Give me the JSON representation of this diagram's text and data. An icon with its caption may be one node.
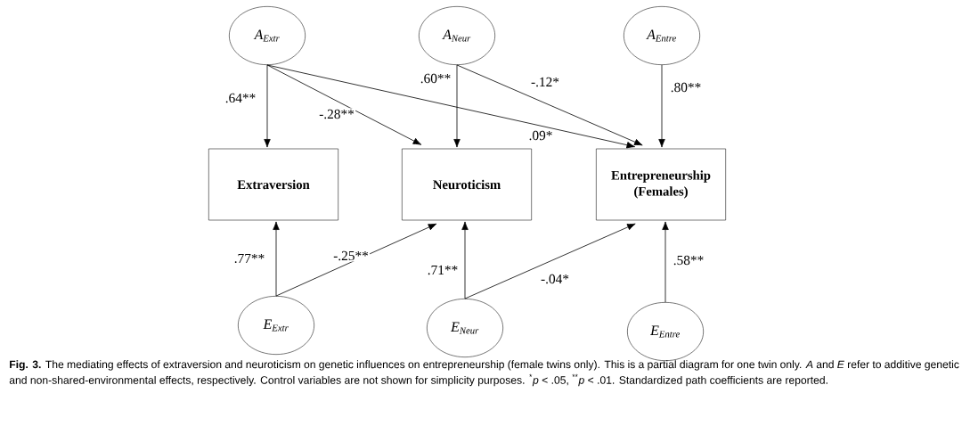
{
  "diagram": {
    "caption": "**Fig. 3.** The mediating effects of extraversion and neuroticism on genetic influences on entrepreneurship (female twins only). This is a partial diagram for one twin only. *A* and *E* refer to additive genetic and non-shared-environmental effects, respectively. Control variables are not shown for simplicity purposes. $^{*}$*p* < .05, $^{**}$*p* < .01. Standardized path coefficients are reported.",
    "nodes": [
      {
        "text": [
          "A$_{Extr}$"
        ]
      },
      {
        "text": [
          "A$_{Neur}$"
        ]
      },
      {
        "text": [
          "A$_{Entre}$"
        ]
      },
      {
        "text": [
          "Extraversion"
        ]
      },
      {
        "text": [
          "Neuroticism"
        ]
      },
      {
        "text": [
          "Entrepreneurship (Females)"
        ]
      },
      {
        "text": [
          "E$_{Extr}$"
        ]
      },
      {
        "text": [
          "E$_{Neur}$"
        ]
      },
      {
        "text": [
          "E$_{Entre}$"
        ]
      }
    ],
    "edges": [
      {
        "from": 0,
        "to": 3,
        "arrow": "to",
        "label": ".64**"
      },
      {
        "from": 0,
        "to": 4,
        "arrow": "to",
        "label": "-.28**"
      },
      {
        "from": 0,
        "to": 5,
        "arrow": "to",
        "label": ".09*"
      },
      {
        "from": 1,
        "to": 4,
        "arrow": "to",
        "label": ".60**"
      },
      {
        "from": 1,
        "to": 5,
        "arrow": "to",
        "label": "-.12*"
      },
      {
        "from": 2,
        "to": 5,
        "arrow": "to",
        "label": ".80**"
      },
      {
        "from": 6,
        "to": 3,
        "arrow": "to",
        "label": ".77**"
      },
      {
        "from": 6,
        "to": 4,
        "arrow": "to",
        "label": "-.25**"
      },
      {
        "from": 7,
        "to": 4,
        "arrow": "to",
        "label": ".71**"
      },
      {
        "from": 7,
        "to": 5,
        "arrow": "to",
        "label": "-.04*"
      },
      {
        "from": 8,
        "to": 5,
        "arrow": "to",
        "label": ".58**"
      }
    ]
  }
}
